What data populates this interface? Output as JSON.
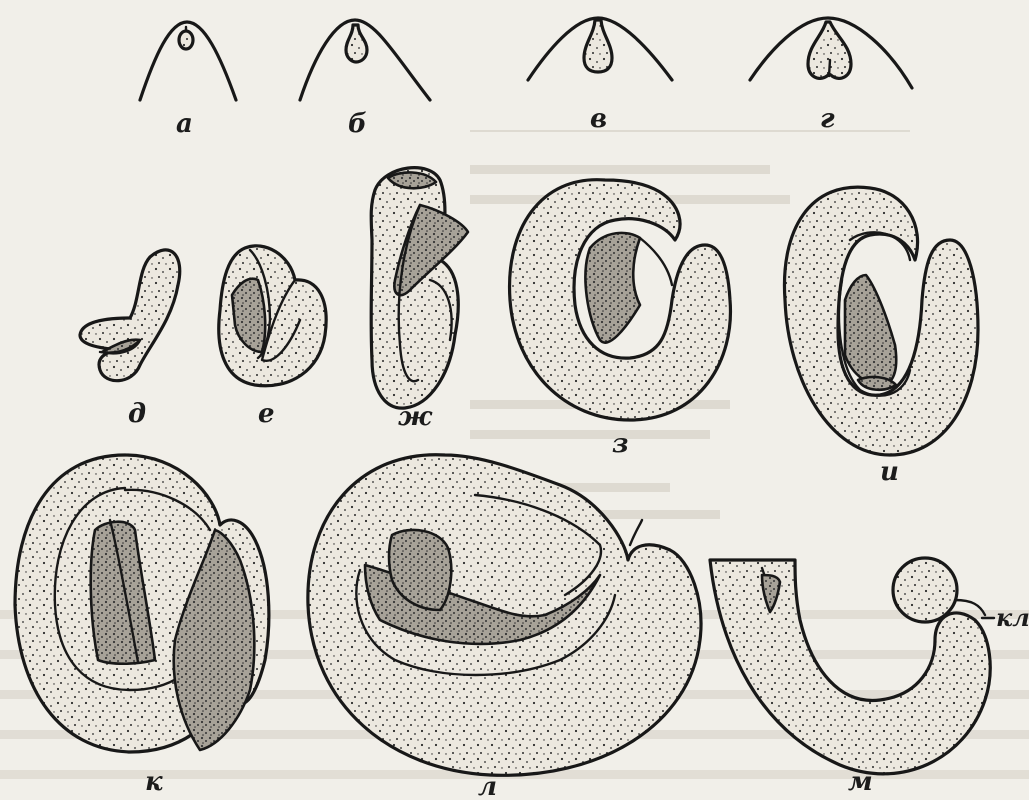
{
  "figure": {
    "stages": [
      {
        "id": "a",
        "label": "а"
      },
      {
        "id": "b",
        "label": "б"
      },
      {
        "id": "v",
        "label": "в"
      },
      {
        "id": "g",
        "label": "г"
      },
      {
        "id": "d",
        "label": "д"
      },
      {
        "id": "e",
        "label": "е"
      },
      {
        "id": "zh",
        "label": "ж"
      },
      {
        "id": "z",
        "label": "з"
      },
      {
        "id": "i",
        "label": "и"
      },
      {
        "id": "k",
        "label": "к"
      },
      {
        "id": "l",
        "label": "л"
      },
      {
        "id": "m",
        "label": "м"
      }
    ],
    "annotation": "кл"
  },
  "colors": {
    "paper": "#f1efe9",
    "ink": "#181818",
    "stipple_light": "#e9e5dc",
    "stipple_dark": "#a9a49a"
  }
}
